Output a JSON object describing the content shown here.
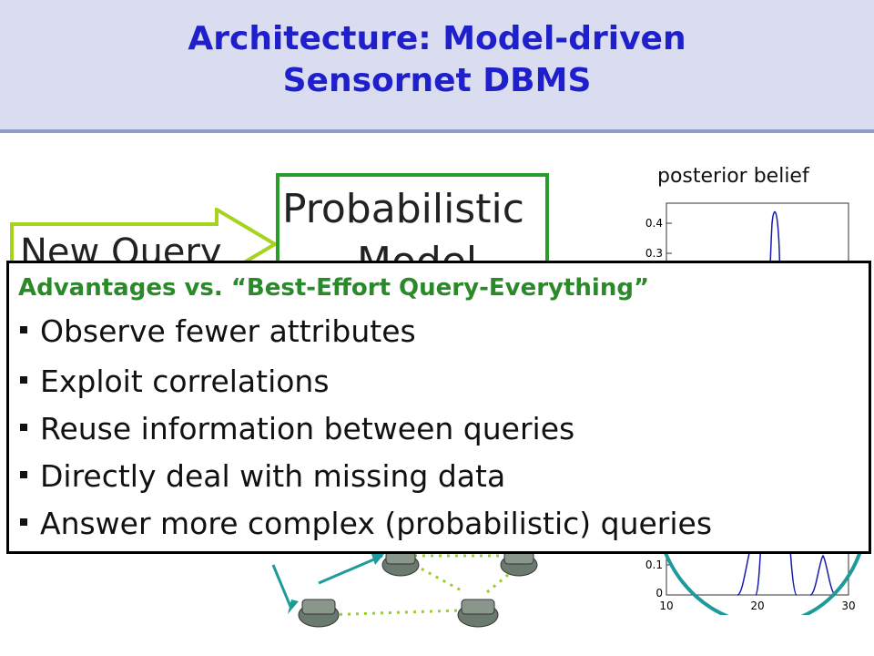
{
  "slide": {
    "title_line1": "Architecture: Model-driven",
    "title_line2": "Sensornet DBMS"
  },
  "diagram": {
    "query_label": "New Query",
    "model_label_line1": "Probabilistic",
    "model_label_line2": "Model",
    "plot_title": "posterior belief",
    "plot_y_ticks": [
      "0.4",
      "0.3",
      "0.1",
      "0"
    ],
    "plot_x_ticks": [
      "10",
      "20",
      "30"
    ],
    "colors": {
      "query_arrow": "#a6d31e",
      "model_border": "#2a9c2a",
      "link": "#9acd32",
      "arrow": "#1e9a9a",
      "curve": "#1a1ab0"
    }
  },
  "overlay": {
    "heading": "Advantages vs. “Best-Effort Query-Everything”",
    "bullets": [
      "Observe fewer attributes",
      "Exploit correlations",
      "Reuse information between queries",
      "Directly deal with missing data",
      "Answer more complex (probabilistic) queries"
    ]
  }
}
